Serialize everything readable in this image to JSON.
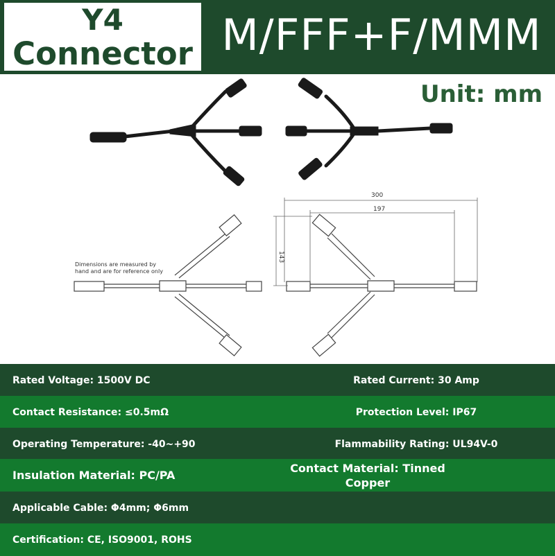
{
  "header": {
    "title_line1": "Y4",
    "title_line2": "Connector",
    "model": "M/FFF+F/MMM"
  },
  "unit_label": "Unit: mm",
  "drawing": {
    "note_line1": "Dimensions are measured by",
    "note_line2": "hand and are for reference only",
    "dim_total": "300",
    "dim_partial": "197",
    "dim_height": "143"
  },
  "specs": [
    {
      "left": "Rated Voltage: 1500V DC",
      "right": "Rated Current: 30 Amp"
    },
    {
      "left": "Contact Resistance: ≤0.5mΩ",
      "right": "Protection Level: IP67"
    },
    {
      "left": "Operating Temperature: -40~+90",
      "right": "Flammability Rating: UL94V-0"
    },
    {
      "left": "Insulation Material: PC/PA",
      "right": "Contact Material: Tinned Copper"
    },
    {
      "left": "Applicable Cable: Φ4mm; Φ6mm",
      "right": ""
    },
    {
      "left": "Certification: CE, ISO9001, ROHS",
      "right": ""
    }
  ],
  "colors": {
    "header_bg": "#1e4a2c",
    "title_text": "#1e4a2c",
    "unit_text": "#2a5e36",
    "row_dark": "#1e4a2c",
    "row_bright": "#137a2e"
  }
}
